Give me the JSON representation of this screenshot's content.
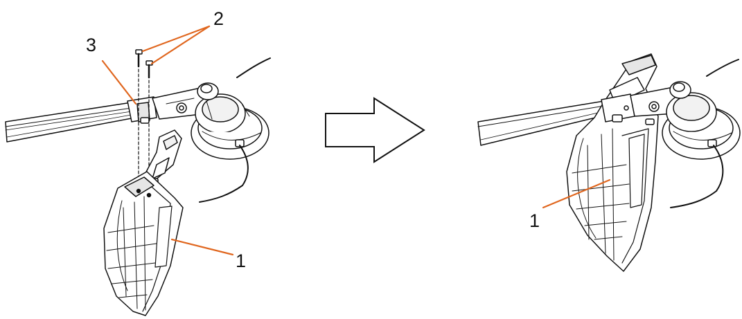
{
  "callouts": {
    "left_guard_label": "1",
    "screws_label": "2",
    "bracket_label": "3",
    "right_guard_label": "1"
  },
  "icons": {
    "arrow": "right-arrow-icon"
  },
  "colors": {
    "leader_lines": "#e0661e",
    "outline": "#111111",
    "shade": "#d9d9d9",
    "paper": "#ffffff"
  }
}
